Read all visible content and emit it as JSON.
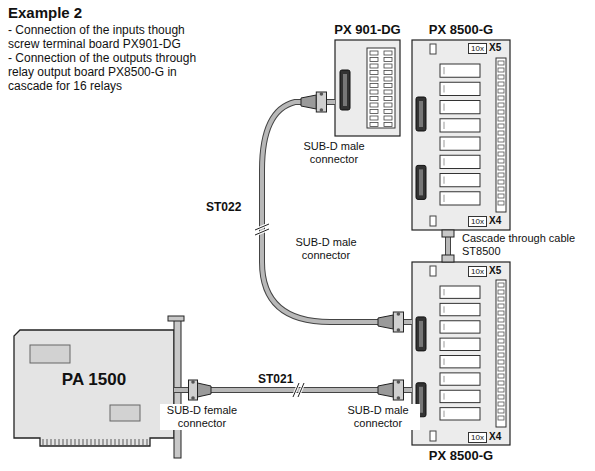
{
  "diagram": {
    "title": "Example 2",
    "nodes": [
      {
        "text": [
          "PX 901-DG"
        ]
      },
      {
        "text": [
          "PX 8500-G"
        ]
      },
      {
        "text": [
          "PX 8500-G"
        ]
      },
      {
        "text": [
          "PA 1500"
        ]
      }
    ],
    "edges": [
      {
        "from": 0,
        "to": 2,
        "arrow": "none",
        "label": "ST022"
      },
      {
        "from": 1,
        "to": 2,
        "arrow": "none",
        "label": "Cascade through cable ST8500"
      },
      {
        "from": 3,
        "to": 2,
        "arrow": "none",
        "label": "ST021"
      }
    ],
    "labels": [
      "- Connection of the inputs though screw terminal board PX901-DG",
      "- Connection of the outputs through relay output board PX8500-G in cascade for 16 relays",
      "10x",
      "X5",
      "10x",
      "X4",
      "10x",
      "X5",
      "10x",
      "X4",
      "SUB-D male connector",
      "SUB-D male connector",
      "SUB-D female connector",
      "SUB-D male connector"
    ]
  }
}
